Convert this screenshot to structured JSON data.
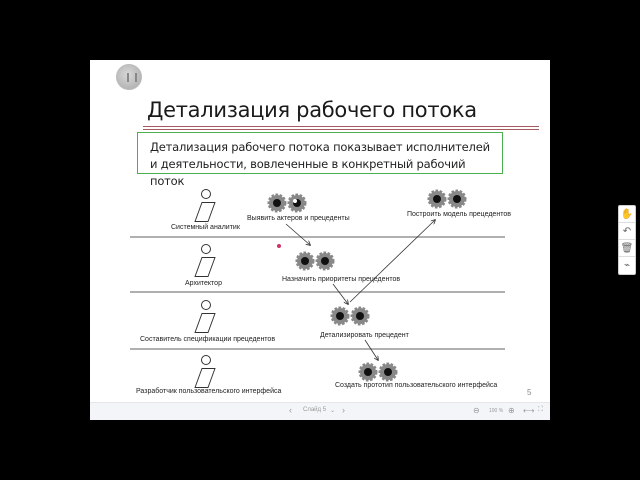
{
  "slide": {
    "title": "Детализация рабочего потока",
    "callout": "Детализация рабочего потока показывает исполнителей и деятельности, вовлеченные в конкретный рабочий поток",
    "page_number": "5",
    "colors": {
      "title_rule": "#a55a62",
      "callout_border": "#4caf50",
      "lane_line": "#b0b0b0",
      "marker_dot": "#d0306a"
    },
    "actors": [
      {
        "label": "Системный аналитик"
      },
      {
        "label": "Архитектор"
      },
      {
        "label": "Составитель спецификации прецедентов"
      },
      {
        "label": "Разработчик пользовательского интерфейса"
      }
    ],
    "activities": [
      {
        "label": "Выявить актеров и прецеденты",
        "icon": "gears-icon"
      },
      {
        "label": "Построить модель прецедентов",
        "icon": "gears-icon"
      },
      {
        "label": "Назначить приоритеты прецедентов",
        "icon": "gears-icon"
      },
      {
        "label": "Детализировать прецедент",
        "icon": "gears-icon"
      },
      {
        "label": "Создать прототип пользовательского интерфейса",
        "icon": "gears-icon"
      }
    ]
  },
  "toolbar": {
    "prev": "‹",
    "slide_label": "Слайд 5",
    "dropdown": "⌄",
    "next": "›",
    "zoom_out": "⊖",
    "zoom_level": "100 %",
    "zoom_in": "⊕",
    "fit_width": "⟷",
    "fullscreen": "⛶"
  },
  "side_tools": {
    "hand": "✋",
    "undo": "↶",
    "delete": "🗑",
    "chart": "⌁"
  }
}
